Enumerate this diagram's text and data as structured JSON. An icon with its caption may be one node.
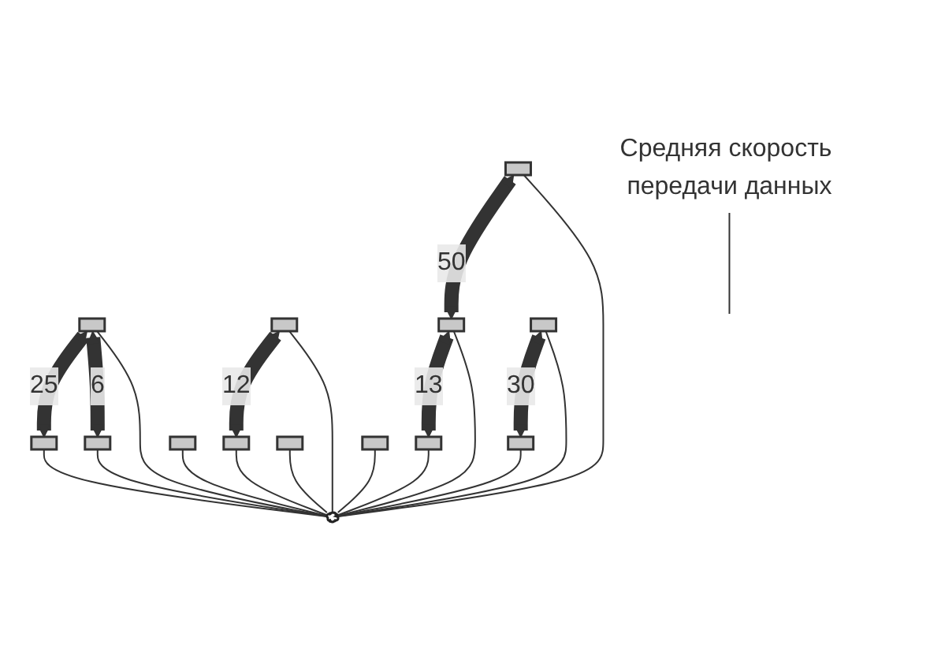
{
  "diagram": {
    "nodes": [
      {
        "text": [],
        "shape": "cloud"
      },
      {
        "text": [],
        "shape": "box"
      },
      {
        "text": [],
        "shape": "box"
      },
      {
        "text": [],
        "shape": "box"
      },
      {
        "text": [],
        "shape": "box"
      },
      {
        "text": [],
        "shape": "box"
      },
      {
        "text": [],
        "shape": "box"
      },
      {
        "text": [],
        "shape": "box"
      },
      {
        "text": [],
        "shape": "box"
      },
      {
        "text": [],
        "shape": "box"
      },
      {
        "text": [],
        "shape": "box"
      },
      {
        "text": [],
        "shape": "box"
      },
      {
        "text": [],
        "shape": "box"
      },
      {
        "text": [],
        "shape": "box"
      },
      {
        "text": [
          "Средняя скорость передачи данных"
        ]
      }
    ],
    "edges": [
      {
        "from": 6,
        "to": 2,
        "arrow": "both",
        "label": "25",
        "style": "thick"
      },
      {
        "from": 12,
        "to": 1,
        "arrow": "both",
        "label": "13",
        "style": "thick"
      },
      {
        "from": 8,
        "to": 3,
        "arrow": "both",
        "label": "12",
        "style": "thick"
      },
      {
        "from": 13,
        "to": 5,
        "arrow": "both",
        "label": "30",
        "style": "thick"
      },
      {
        "from": 6,
        "to": 9,
        "arrow": "both",
        "label": "6",
        "style": "thick"
      },
      {
        "from": 11,
        "to": 12,
        "arrow": "both",
        "label": "50",
        "style": "thick"
      },
      {
        "from": 1,
        "to": 0,
        "arrow": "none"
      },
      {
        "from": 2,
        "to": 0,
        "arrow": "none"
      },
      {
        "from": 3,
        "to": 0,
        "arrow": "none"
      },
      {
        "from": 4,
        "to": 0,
        "arrow": "none"
      },
      {
        "from": 5,
        "to": 0,
        "arrow": "none"
      },
      {
        "from": 6,
        "to": 0,
        "arrow": "none"
      },
      {
        "from": 7,
        "to": 0,
        "arrow": "none"
      },
      {
        "from": 8,
        "to": 0,
        "arrow": "none"
      },
      {
        "from": 9,
        "to": 0,
        "arrow": "none"
      },
      {
        "from": 10,
        "to": 0,
        "arrow": "none"
      },
      {
        "from": 11,
        "to": 0,
        "arrow": "none"
      },
      {
        "from": 12,
        "to": 0,
        "arrow": "none"
      },
      {
        "from": 13,
        "to": 0,
        "arrow": "none"
      },
      {
        "from": 14,
        "to": null,
        "arrow": "none"
      }
    ]
  }
}
